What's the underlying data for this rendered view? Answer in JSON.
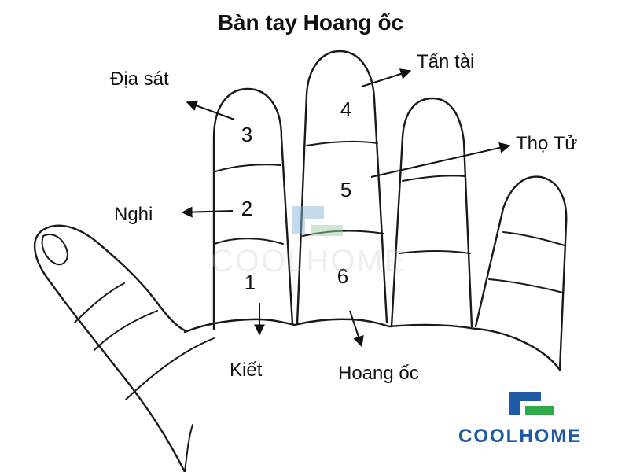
{
  "title": "Bàn tay Hoang ốc",
  "labels": {
    "dia_sat": "Địa sát",
    "tan_tai": "Tấn tài",
    "tho_tu": "Thọ Tử",
    "nghi": "Nghi",
    "kiet": "Kiết",
    "hoang_oc": "Hoang ốc"
  },
  "numbers": {
    "n1": "1",
    "n2": "2",
    "n3": "3",
    "n4": "4",
    "n5": "5",
    "n6": "6"
  },
  "watermark": {
    "center_text": "COOLHOME",
    "corner_text": "COOLHOME"
  },
  "colors": {
    "ink": "#1a1a1a",
    "watermark_blue": "#1f5aa6",
    "watermark_green": "#2eaa4a",
    "watermark_faint": "#b8c7d8"
  }
}
